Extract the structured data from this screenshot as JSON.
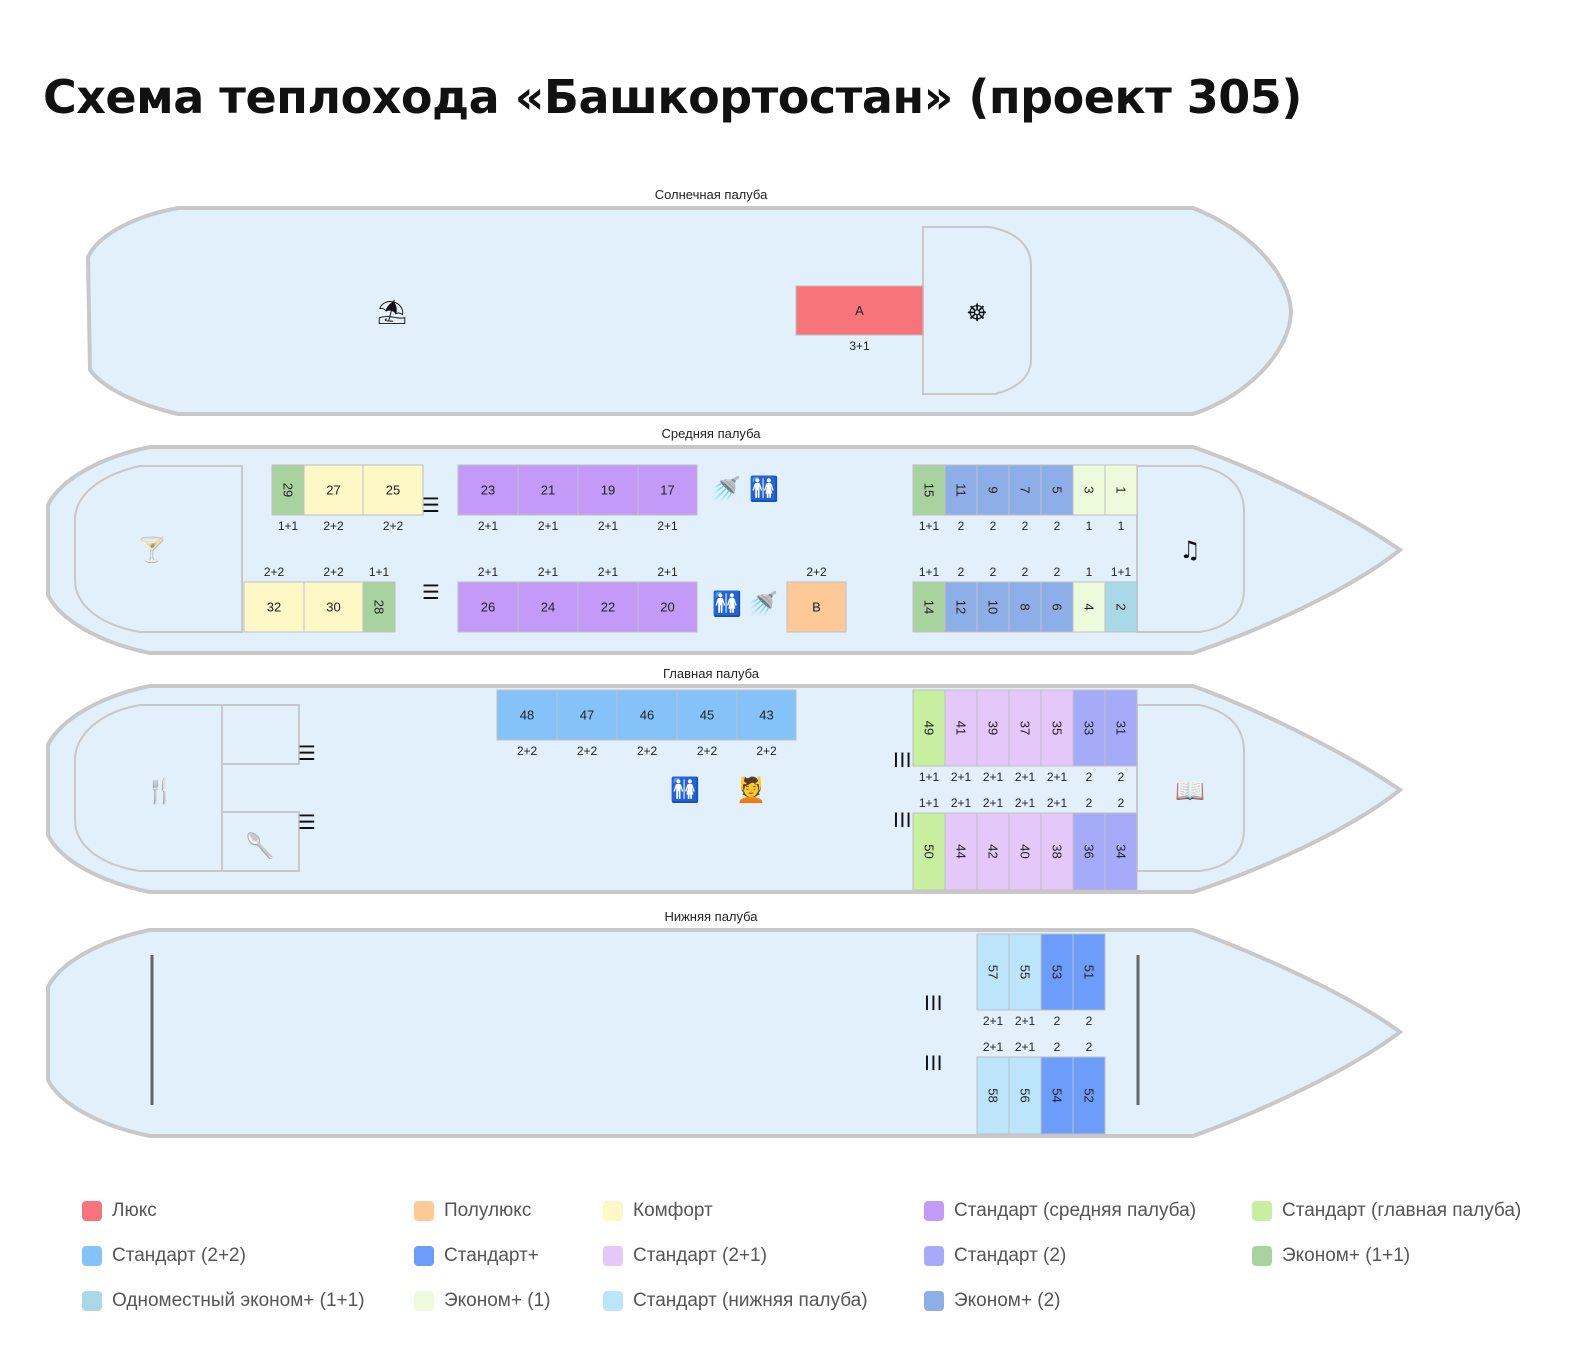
{
  "title": "Схема теплохода «Башкортостан» (проект 305)",
  "decks": {
    "sun": "Солнечная палуба",
    "middle": "Средняя палуба",
    "main": "Главная палуба",
    "lower": "Нижняя палуба"
  },
  "colors": {
    "lux": "#f7747a",
    "semilux": "#fdc997",
    "comfort": "#fdf8c6",
    "std_middle": "#c39af8",
    "std_main": "#c8efa0",
    "std22": "#84c2f9",
    "stdplus": "#6d9dfa",
    "std21": "#e5c8fa",
    "std2": "#a6abf9",
    "eco11": "#a8d39e",
    "single_eco11": "#a9d8e6",
    "eco1": "#edfbdd",
    "std_lower": "#bce5fb",
    "eco2": "#8eaee8"
  },
  "cabins": [
    {
      "n": "A",
      "b": "3+1",
      "c": "lux",
      "deck": "sun"
    },
    {
      "n": "29",
      "b": "1+1",
      "c": "eco11",
      "deck": "middle"
    },
    {
      "n": "27",
      "b": "2+2",
      "c": "comfort",
      "deck": "middle"
    },
    {
      "n": "25",
      "b": "2+2",
      "c": "comfort",
      "deck": "middle"
    },
    {
      "n": "23",
      "b": "2+1",
      "c": "std_middle",
      "deck": "middle"
    },
    {
      "n": "21",
      "b": "2+1",
      "c": "std_middle",
      "deck": "middle"
    },
    {
      "n": "19",
      "b": "2+1",
      "c": "std_middle",
      "deck": "middle"
    },
    {
      "n": "17",
      "b": "2+1",
      "c": "std_middle",
      "deck": "middle"
    },
    {
      "n": "15",
      "b": "1+1",
      "c": "eco11",
      "deck": "middle"
    },
    {
      "n": "11",
      "b": "2",
      "c": "eco2",
      "deck": "middle"
    },
    {
      "n": "9",
      "b": "2",
      "c": "eco2",
      "deck": "middle"
    },
    {
      "n": "7",
      "b": "2",
      "c": "eco2",
      "deck": "middle"
    },
    {
      "n": "5",
      "b": "2",
      "c": "eco2",
      "deck": "middle"
    },
    {
      "n": "3",
      "b": "1",
      "c": "eco1",
      "deck": "middle"
    },
    {
      "n": "1",
      "b": "1",
      "c": "eco1",
      "deck": "middle"
    },
    {
      "n": "32",
      "b": "2+2",
      "c": "comfort",
      "deck": "middle"
    },
    {
      "n": "30",
      "b": "2+2",
      "c": "comfort",
      "deck": "middle"
    },
    {
      "n": "28",
      "b": "1+1",
      "c": "eco11",
      "deck": "middle"
    },
    {
      "n": "26",
      "b": "2+1",
      "c": "std_middle",
      "deck": "middle"
    },
    {
      "n": "24",
      "b": "2+1",
      "c": "std_middle",
      "deck": "middle"
    },
    {
      "n": "22",
      "b": "2+1",
      "c": "std_middle",
      "deck": "middle"
    },
    {
      "n": "20",
      "b": "2+1",
      "c": "std_middle",
      "deck": "middle"
    },
    {
      "n": "B",
      "b": "2+2",
      "c": "semilux",
      "deck": "middle"
    },
    {
      "n": "14",
      "b": "1+1",
      "c": "eco11",
      "deck": "middle"
    },
    {
      "n": "12",
      "b": "2",
      "c": "eco2",
      "deck": "middle"
    },
    {
      "n": "10",
      "b": "2",
      "c": "eco2",
      "deck": "middle"
    },
    {
      "n": "8",
      "b": "2",
      "c": "eco2",
      "deck": "middle"
    },
    {
      "n": "6",
      "b": "2",
      "c": "eco2",
      "deck": "middle"
    },
    {
      "n": "4",
      "b": "1",
      "c": "eco1",
      "deck": "middle"
    },
    {
      "n": "2",
      "b": "1+1",
      "c": "single_eco11",
      "deck": "middle"
    },
    {
      "n": "48",
      "b": "2+2",
      "c": "std22",
      "deck": "main"
    },
    {
      "n": "47",
      "b": "2+2",
      "c": "std22",
      "deck": "main"
    },
    {
      "n": "46",
      "b": "2+2",
      "c": "std22",
      "deck": "main"
    },
    {
      "n": "45",
      "b": "2+2",
      "c": "std22",
      "deck": "main"
    },
    {
      "n": "43",
      "b": "2+2",
      "c": "std22",
      "deck": "main"
    },
    {
      "n": "49",
      "b": "1+1",
      "c": "std_main",
      "deck": "main"
    },
    {
      "n": "41",
      "b": "2+1",
      "c": "std21",
      "deck": "main"
    },
    {
      "n": "39",
      "b": "2+1",
      "c": "std21",
      "deck": "main"
    },
    {
      "n": "37",
      "b": "2+1",
      "c": "std21",
      "deck": "main"
    },
    {
      "n": "35",
      "b": "2+1",
      "c": "std21",
      "deck": "main"
    },
    {
      "n": "33",
      "b": "2",
      "c": "std2",
      "deck": "main"
    },
    {
      "n": "31",
      "b": "2",
      "c": "std2",
      "deck": "main"
    },
    {
      "n": "50",
      "b": "1+1",
      "c": "std_main",
      "deck": "main"
    },
    {
      "n": "44",
      "b": "2+1",
      "c": "std21",
      "deck": "main"
    },
    {
      "n": "42",
      "b": "2+1",
      "c": "std21",
      "deck": "main"
    },
    {
      "n": "40",
      "b": "2+1",
      "c": "std21",
      "deck": "main"
    },
    {
      "n": "38",
      "b": "2+1",
      "c": "std21",
      "deck": "main"
    },
    {
      "n": "36",
      "b": "2",
      "c": "std2",
      "deck": "main"
    },
    {
      "n": "34",
      "b": "2",
      "c": "std2",
      "deck": "main"
    },
    {
      "n": "57",
      "b": "2+1",
      "c": "std_lower",
      "deck": "lower"
    },
    {
      "n": "55",
      "b": "2+1",
      "c": "std_lower",
      "deck": "lower"
    },
    {
      "n": "53",
      "b": "2",
      "c": "stdplus",
      "deck": "lower"
    },
    {
      "n": "51",
      "b": "2",
      "c": "stdplus",
      "deck": "lower"
    },
    {
      "n": "58",
      "b": "2+1",
      "c": "std_lower",
      "deck": "lower"
    },
    {
      "n": "56",
      "b": "2+1",
      "c": "std_lower",
      "deck": "lower"
    },
    {
      "n": "54",
      "b": "2",
      "c": "stdplus",
      "deck": "lower"
    },
    {
      "n": "52",
      "b": "2",
      "c": "stdplus",
      "deck": "lower"
    }
  ],
  "icons": {
    "beach": "⛱",
    "helm": "☸",
    "shower": "🚿",
    "wc": "🚻",
    "bar": "🍸",
    "music": "♫",
    "restaurant": "🍴",
    "ladle": "🥄",
    "massage": "💆",
    "library": "📖",
    "stairs": "☰"
  },
  "legend": [
    {
      "label": "Люкс",
      "c": "lux"
    },
    {
      "label": "Полулюкс",
      "c": "semilux"
    },
    {
      "label": "Комфорт",
      "c": "comfort"
    },
    {
      "label": "Стандарт (средняя палуба)",
      "c": "std_middle"
    },
    {
      "label": "Стандарт (главная палуба)",
      "c": "std_main"
    },
    {
      "label": "Стандарт (2+2)",
      "c": "std22"
    },
    {
      "label": "Стандарт+",
      "c": "stdplus"
    },
    {
      "label": "Стандарт (2+1)",
      "c": "std21"
    },
    {
      "label": "Стандарт (2)",
      "c": "std2"
    },
    {
      "label": "Эконом+ (1+1)",
      "c": "eco11"
    },
    {
      "label": "Одноместный эконом+ (1+1)",
      "c": "single_eco11"
    },
    {
      "label": "Эконом+ (1)",
      "c": "eco1"
    },
    {
      "label": "Стандарт (нижняя палуба)",
      "c": "std_lower"
    },
    {
      "label": "Эконом+ (2)",
      "c": "eco2"
    }
  ]
}
